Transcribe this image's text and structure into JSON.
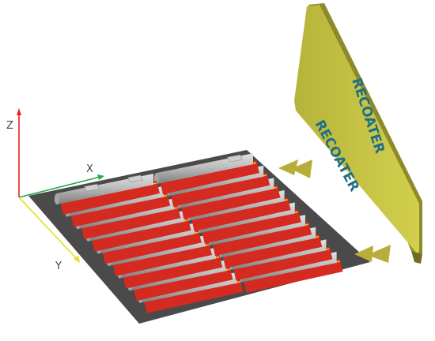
{
  "axes": {
    "z_label": "Z",
    "x_label": "X",
    "y_label": "Y",
    "z_color": "#e8231f",
    "x_color": "#22a84a",
    "y_color": "#e6dc1e"
  },
  "recoater": {
    "label_front": "RECOATER",
    "label_side": "RECOATER",
    "body_color": "#c9c43f",
    "text_color": "#1f6f86"
  },
  "colors": {
    "plate": "#4a4a4a",
    "powder": "#d42a20",
    "powder_edge": "#f2c21c",
    "rod": "#b9b9b9",
    "arrow": "#b9ad3a"
  },
  "rows": 9,
  "segments_per_row": 2
}
